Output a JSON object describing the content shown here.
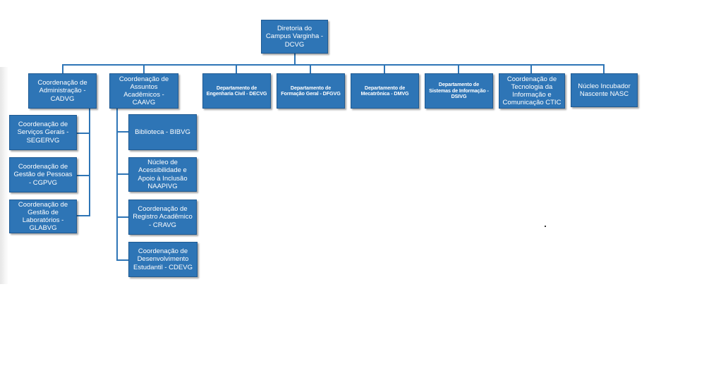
{
  "org": {
    "root": "Diretoria do Campus Varginha - DCVG",
    "level1": [
      "Coordenação de Administração - CADVG",
      "Coordenação de Assuntos Acadêmicos - CAAVG",
      "Departamento de Engenharia Civil - DECVG",
      "Departamento de Formação Geral - DFGVG",
      "Departamento de Mecatrônica - DMVG",
      "Departamento de Sistemas de Informação - DSIVG",
      "Coordenação de Tecnologia da Informação e Comunicação CTIC",
      "Núcleo Incubador Nascente NASC"
    ],
    "admin_children": [
      "Coordenação de Serviços Gerais - SEGERVG",
      "Coordenação de Gestão de Pessoas - CGPVG",
      "Coordenação de Gestão de Laboratórios - GLABVG"
    ],
    "academic_children": [
      "Biblioteca - BIBVG",
      "Núcleo de Acessibilidade e Apoio à Inclusão NAAPIVG",
      "Coordenação de Registro Acadêmico - CRAVG",
      "Coordenação de Desenvolvimento Estudantil - CDEVG"
    ]
  },
  "colors": {
    "box": "#2e75b6",
    "line": "#2e75b6",
    "text": "#ffffff"
  }
}
